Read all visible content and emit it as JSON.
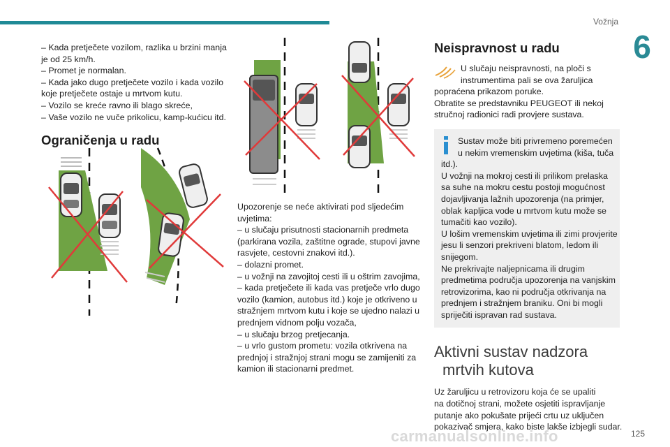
{
  "header": {
    "section": "Vožnja",
    "chapter": "6",
    "accent_color": "#1f8a96"
  },
  "col1": {
    "lines": [
      "–  Kada pretječete vozilom, razlika u brzini manja",
      "je od 25 km/h.",
      "–  Promet je normalan.",
      "–  Kada jako dugo pretječete vozilo i kada vozilo",
      "koje pretječete ostaje u mrtvom kutu.",
      "–  Vozilo se kreće ravno ili blago skreće,",
      "–  Vaše vozilo ne vuče prikolicu, kamp-kućicu itd."
    ],
    "heading": "Ograničenja u radu"
  },
  "col2": {
    "lines": [
      "Upozorenje se neće aktivirati pod sljedećim",
      "uvjetima:",
      "–  u slučaju prisutnosti stacionarnih predmeta",
      "(parkirana vozila, zaštitne ograde, stupovi javne",
      "rasvjete, cestovni znakovi itd.).",
      "–  dolazni promet.",
      "–  u vožnji na zavojitoj cesti ili u oštrim zavojima,",
      "–  kada pretječete ili kada vas pretječe vrlo dugo",
      "vozilo (kamion, autobus itd.) koje je otkriveno u",
      "stražnjem mrtvom kutu i koje se ujedno nalazi u",
      "prednjem vidnom polju vozača,",
      "–  u slučaju brzog pretjecanja.",
      "–  u vrlo gustom prometu: vozila otkrivena na",
      "prednjoj i stražnjoj strani mogu se zamijeniti za",
      "kamion ili stacionarni predmet."
    ]
  },
  "col3": {
    "heading": "Neispravnost u radu",
    "warn_lines_indented": [
      "U slučaju neispravnosti, na ploči s",
      "instrumentima pali se ova žaruljica"
    ],
    "warn_lines": [
      "popraćena prikazom poruke.",
      "Obratite se predstavniku PEUGEOT ili nekoj",
      "stručnoj radionici radi provjere sustava."
    ],
    "info_head_lines": [
      "Sustav može biti privremeno poremećen",
      "u nekim vremenskim uvjetima (kiša, tuča"
    ],
    "info_lines": [
      "itd.).",
      "U vožnji na mokroj cesti ili prilikom prelaska",
      "sa suhe na mokru cestu postoji mogućnost",
      "dojavljivanja lažnih upozorenja (na primjer,",
      "oblak kapljica vode u mrtvom kutu može se",
      "tumačiti kao vozilo).",
      "U lošim vremenskim uvjetima ili zimi provjerite",
      "jesu li senzori prekriveni blatom, ledom ili",
      "snijegom.",
      "Ne prekrivajte naljepnicama ili drugim",
      "predmetima područja upozorenja na vanjskim",
      "retrovizorima, kao ni područja otkrivanja na",
      "prednjem i stražnjem braniku. Oni bi mogli",
      "spriječiti ispravan rad sustava."
    ],
    "heading2_lines": [
      "Aktivni sustav nadzora",
      " mrtvih kutova"
    ],
    "body_lines": [
      "Uz žaruljicu u retrovizoru koja će se upaliti",
      "na dotičnoj strani, možete osjetiti ispravljanje",
      "putanje ako pokušate prijeći crtu uz uključen",
      "pokazivač smjera, kako biste lakše izbjegli sudar."
    ]
  },
  "footer": {
    "page": "125",
    "watermark": "carmanualsonline.info"
  },
  "colors": {
    "zone_green": "#6fa344",
    "cross_red": "#e03a3a",
    "info_box": "#efefef"
  },
  "icons": [
    "warning-lamp-icon",
    "info-icon"
  ]
}
